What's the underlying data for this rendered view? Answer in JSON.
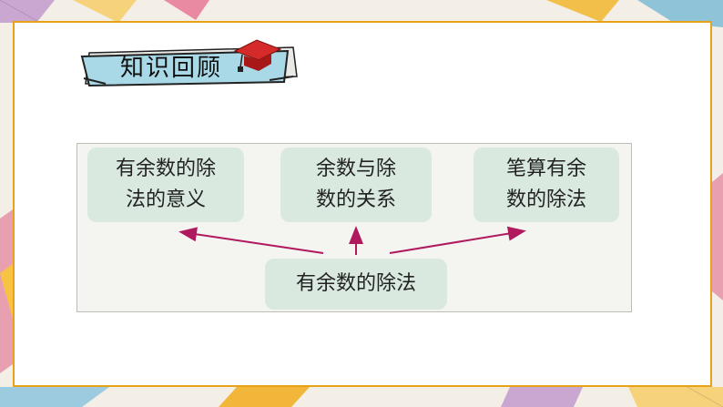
{
  "title": "知识回顾",
  "center_node": "有余数的除法",
  "nodes": [
    {
      "line1": "有余数的除",
      "line2": "法的意义"
    },
    {
      "line1": "余数与除",
      "line2": "数的关系"
    },
    {
      "line1": "笔算有余",
      "line2": "数的除法"
    }
  ],
  "colors": {
    "frame_border": "#e8a21a",
    "node_fill": "#d9e9df",
    "arrow": "#b0195e",
    "badge_fill": "#a9d8e6"
  }
}
